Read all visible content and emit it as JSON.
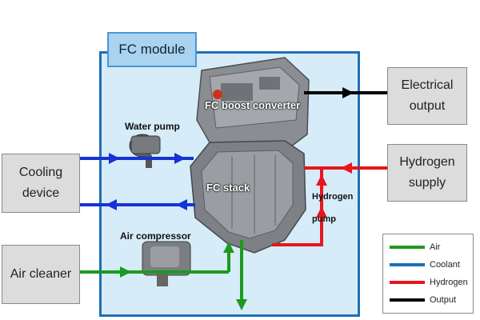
{
  "module": {
    "title": "FC module"
  },
  "external": {
    "electrical_output": [
      "Electrical",
      "output"
    ],
    "hydrogen_supply": [
      "Hydrogen",
      "supply"
    ],
    "cooling_device": [
      "Cooling",
      "device"
    ],
    "air_cleaner": "Air cleaner"
  },
  "components": {
    "boost_converter": "FC boost converter",
    "water_pump": "Water pump",
    "fc_stack": "FC stack",
    "hydrogen_pump": [
      "Hydrogen",
      "pump"
    ],
    "air_compressor": "Air compressor"
  },
  "legend": [
    {
      "label": "Air",
      "color": "#1e9a1e"
    },
    {
      "label": "Coolant",
      "color": "#1f6fb5"
    },
    {
      "label": "Hydrogen",
      "color": "#e8161b"
    },
    {
      "label": "Output",
      "color": "#000000"
    }
  ],
  "colors": {
    "air": "#1e9a1e",
    "coolant": "#1533d6",
    "hydrogen": "#e8161b",
    "output": "#000000"
  }
}
